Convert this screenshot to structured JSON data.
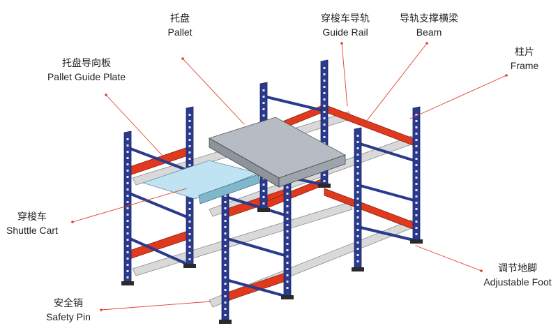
{
  "labels": {
    "pallet": {
      "zh": "托盘",
      "en": "Pallet"
    },
    "guide_plate": {
      "zh": "托盘导向板",
      "en": "Pallet Guide Plate"
    },
    "guide_rail": {
      "zh": "穿梭车导轨",
      "en": "Guide Rail"
    },
    "beam": {
      "zh": "导轨支撑横梁",
      "en": "Beam"
    },
    "frame": {
      "zh": "柱片",
      "en": "Frame"
    },
    "shuttle_cart": {
      "zh": "穿梭车",
      "en": "Shuttle Cart"
    },
    "adjustable_foot": {
      "zh": "调节地脚",
      "en": "Adjustable Foot"
    },
    "safety_pin": {
      "zh": "安全销",
      "en": "Safety Pin"
    }
  },
  "colors": {
    "upright": "#2a3a8c",
    "beam": "#e03a1e",
    "rail": "#d9d9d9",
    "pallet": "#b7bcc4",
    "cart": "#bfe3f2",
    "leader": "#e23b2b"
  }
}
